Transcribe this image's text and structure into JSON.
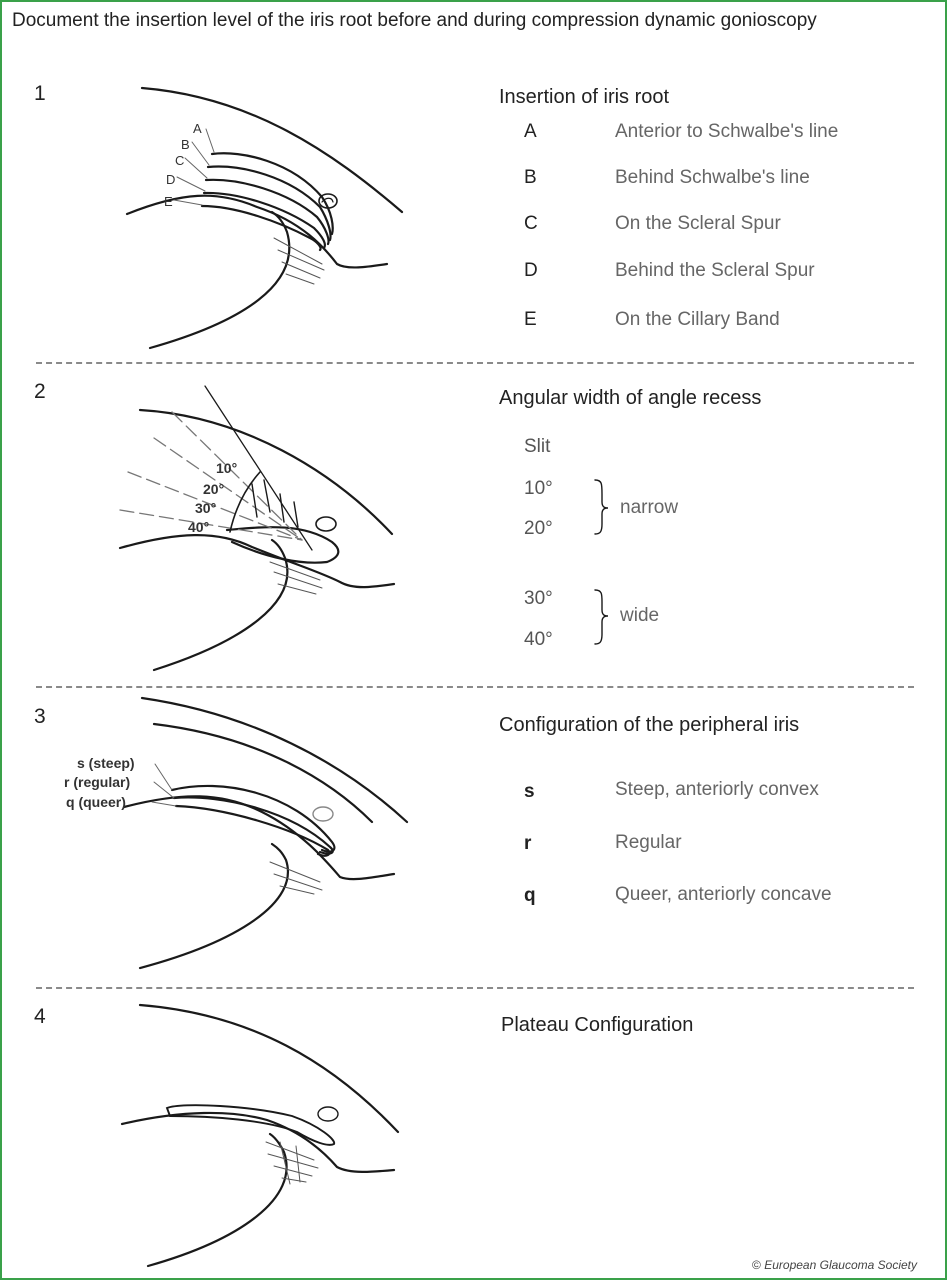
{
  "header": {
    "title": "Document the insertion level of the iris root before and during compression dynamic gonioscopy"
  },
  "sections": [
    {
      "number": "1",
      "title": "Insertion of iris root",
      "figure_labels": [
        "A",
        "B",
        "C",
        "D",
        "E"
      ],
      "items": [
        {
          "code": "A",
          "text": "Anterior to Schwalbe's line"
        },
        {
          "code": "B",
          "text": "Behind Schwalbe's line"
        },
        {
          "code": "C",
          "text": "On the Scleral Spur"
        },
        {
          "code": "D",
          "text": "Behind the Scleral Spur"
        },
        {
          "code": "E",
          "text": "On the Cillary Band"
        }
      ]
    },
    {
      "number": "2",
      "title": "Angular width of angle recess",
      "figure_labels": [
        "10°",
        "20°",
        "30°",
        "40°"
      ],
      "slit": "Slit",
      "degrees": [
        "10°",
        "20°",
        "30°",
        "40°"
      ],
      "narrow_label": "narrow",
      "wide_label": "wide"
    },
    {
      "number": "3",
      "title": "Configuration of the peripheral iris",
      "figure_labels": [
        "s (steep)",
        "r (regular)",
        "q (queer)"
      ],
      "items": [
        {
          "code": "s",
          "text": "Steep, anteriorly convex"
        },
        {
          "code": "r",
          "text": "Regular"
        },
        {
          "code": "q",
          "text": "Queer, anteriorly concave"
        }
      ]
    },
    {
      "number": "4",
      "title": "Plateau Configuration"
    }
  ],
  "copyright": {
    "symbol": "©",
    "owner": "European Glaucoma Society"
  },
  "colors": {
    "border": "#3aa14a",
    "divider": "#8a8a8a",
    "line_art": "#1a1a1a"
  }
}
